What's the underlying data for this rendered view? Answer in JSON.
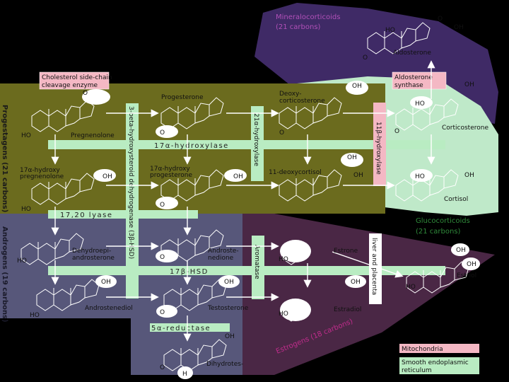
{
  "colors": {
    "mineralocorticoid_region": "#3f2a66",
    "glucocorticoid_region": "#bfe9c9",
    "progestagen_region": "#6b6b1e",
    "androgen_region": "#57577a",
    "estrogen_region": "#4a2745",
    "mitochondria_box": "#f4b8c4",
    "er_box": "#b9ecc2",
    "arrow": "#ffffff"
  },
  "groups": {
    "mineralocorticoids": "Mineralocorticoids",
    "mineralocorticoids_carbons": "(21 carbons)",
    "glucocorticoids": "Glucocorticoids",
    "glucocorticoids_carbons": "(21 carbons)",
    "progestagens": "Progestagens (21 carbons)",
    "androgens": "Androgens (19 carbons)",
    "estrogens": "Estrogens (18 carbons)"
  },
  "enzymes": {
    "scc_line1": "Cholesterol side-chain",
    "scc_line2": "cleavage enzyme",
    "aldosterone_synthase_line1": "Aldosterone",
    "aldosterone_synthase_line2": "synthase",
    "hydroxylase_17a": "17α-hydroxylase",
    "lyase_1720": "17,20 lyase",
    "hsd_17b": "17β-HSD",
    "reductase_5a": "5α-reductase",
    "hsd_3b": "3-beta-hydroxysteroid dehydrogenase (3β-HSD)",
    "hydroxylase_21a": "21α-hydroxylase",
    "hydroxylase_11b": "11β-hydroxylase",
    "aromatase": "Aromatase",
    "liver_placenta": "liver and placenta"
  },
  "compounds": {
    "aldosterone": "Aldosterone",
    "progesterone": "Progesterone",
    "deoxycorticosterone_line1": "Deoxy-",
    "deoxycorticosterone_line2": "corticosterone",
    "corticosterone": "Corticosterone",
    "pregnenolone": "Pregnenolone",
    "hydroxypregnenolone_line1": "17α-hydroxy",
    "hydroxypregnenolone_line2": "pregnenolone",
    "hydroxyprogesterone_line1": "17α-hydroxy",
    "hydroxyprogesterone_line2": "progesterone",
    "deoxycortisol": "11-deoxycortisol",
    "cortisol": "Cortisol",
    "dhea_line1": "Dehydroepi-",
    "dhea_line2": "androsterone",
    "androstenedione_line1": "Androste-",
    "androstenedione_line2": "nedione",
    "estrone": "Estrone",
    "estriol": "Estriol",
    "androstenediol": "Androstenediol",
    "testosterone": "Testosterone",
    "estradiol": "Estradiol",
    "dihydrotestosterone": "Dihydrotes-"
  },
  "atoms": {
    "oh": "OH",
    "ho": "HO",
    "o": "O",
    "h": "H"
  },
  "legend": {
    "mitochondria": "Mitochondria",
    "er_line1": "Smooth endoplasmic",
    "er_line2": "reticulum"
  }
}
